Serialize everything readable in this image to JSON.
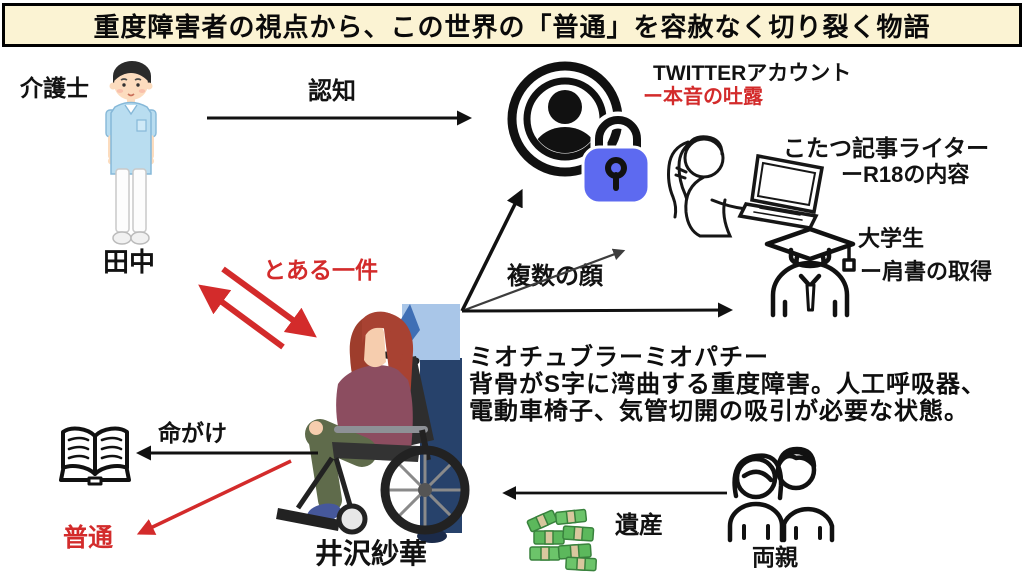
{
  "colors": {
    "accent_red": "#d32b2b",
    "lock_blue": "#5d6af0",
    "banner_bg": "#fbf3d3"
  },
  "banner": {
    "title": "重度障害者の視点から、この世界の「普通」を容赦なく切り裂く物語"
  },
  "caregiver": {
    "role": "介護士",
    "name": "田中"
  },
  "relations": {
    "recognition": "認知",
    "incident": "とある一件",
    "multiple_faces": "複数の顔",
    "life_risking": "命がけ",
    "inheritance": "遺産",
    "normal": "普通"
  },
  "identities": {
    "twitter": {
      "title": "TWITTERアカウント",
      "note": "ー本音の吐露"
    },
    "writer": {
      "title": "こたつ記事ライター",
      "note": "ーR18の内容"
    },
    "student": {
      "title": "大学生",
      "note": "ー肩書の取得"
    }
  },
  "protagonist": {
    "name": "井沢紗華",
    "condition": "ミオチュブラーミオパチー",
    "description_line2": "背骨がS字に湾曲する重度障害。人工呼吸器、",
    "description_line3": "電動車椅子、気管切開の吸引が必要な状態。"
  },
  "parents": {
    "label": "両親"
  },
  "icons": {
    "twitter": "locked-account-icon",
    "writer": "writer-laptop-icon",
    "student": "graduate-icon",
    "book": "open-book-icon",
    "money": "money-stack-icon",
    "parents": "parents-icon",
    "caregiver": "caregiver-illustration",
    "protagonist": "wheelchair-user-illustration"
  }
}
